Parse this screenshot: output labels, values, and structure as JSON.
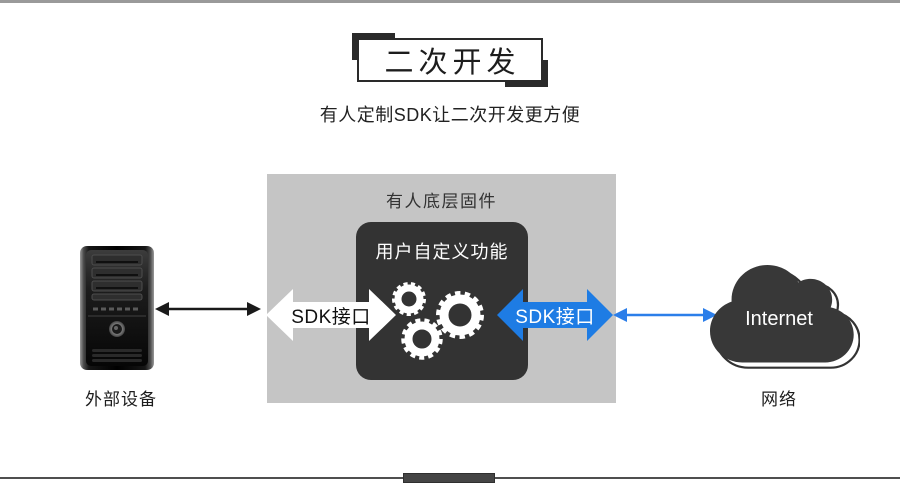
{
  "page": {
    "title": "二次开发",
    "subtitle": "有人定制SDK让二次开发更方便"
  },
  "diagram": {
    "firmware_panel": {
      "title": "有人底层固件"
    },
    "custom_function_box": {
      "title": "用户自定义功能",
      "icon": "gears-icon"
    },
    "sdk_interface_left": {
      "label": "SDK接口"
    },
    "sdk_interface_right": {
      "label": "SDK接口"
    },
    "external_device": {
      "label": "外部设备",
      "icon": "computer-tower-icon"
    },
    "internet_cloud": {
      "label": "Internet",
      "caption": "网络",
      "icon": "cloud-icon"
    }
  },
  "colors": {
    "accent_blue": "#1e7ce4",
    "panel_gray": "#c5c5c5",
    "dark_box": "#333333"
  }
}
